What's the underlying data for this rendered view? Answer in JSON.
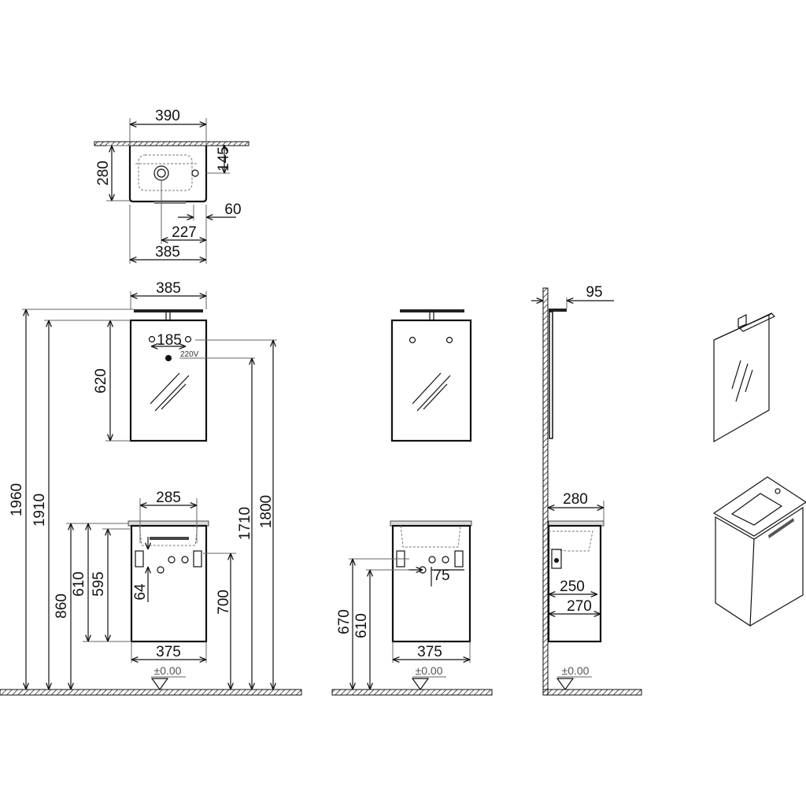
{
  "top_view": {
    "width_390": "390",
    "depth_280": "280",
    "tap_145": "145",
    "offset_60": "60",
    "drain_227": "227",
    "cabinet_385": "385"
  },
  "front_view": {
    "mirror_width": "385",
    "mirror_height": "620",
    "screw_spacing": "185",
    "voltage": "220V",
    "top_1960": "1960",
    "mirror_1910": "1910",
    "cabinet_860": "860",
    "cabinet_610": "610",
    "cabinet_595": "595",
    "offset_64": "64",
    "bracket_700": "700",
    "socket_1710": "1710",
    "screw_1800": "1800",
    "basin_285": "285",
    "cabinet_375": "375",
    "level": "±0.00"
  },
  "front_view_2": {
    "offset_75": "75",
    "height_670": "670",
    "height_610": "610",
    "cabinet_375": "375",
    "level": "±0.00"
  },
  "side_view": {
    "light_95": "95",
    "depth_280": "280",
    "depth_250": "250",
    "depth_270": "270",
    "level": "±0.00"
  }
}
